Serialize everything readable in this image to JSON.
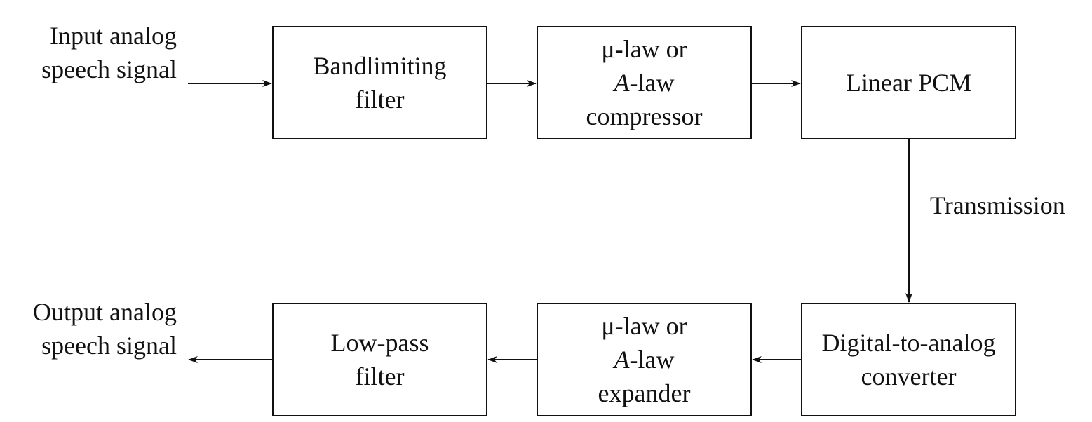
{
  "input_label": {
    "line1": "Input analog",
    "line2": "speech signal"
  },
  "output_label": {
    "line1": "Output analog",
    "line2": "speech signal"
  },
  "transmission_label": "Transmission",
  "blocks": {
    "bandlimiting": {
      "line1": "Bandlimiting",
      "line2": "filter"
    },
    "compressor": {
      "line1": "μ-law or",
      "line2_var": "A",
      "line2_rest": "-law",
      "line3": "compressor"
    },
    "linear_pcm": {
      "line1": "Linear PCM"
    },
    "dac": {
      "line1": "Digital-to-analog",
      "line2": "converter"
    },
    "expander": {
      "line1": "μ-law or",
      "line2_var": "A",
      "line2_rest": "-law",
      "line3": "expander"
    },
    "lowpass": {
      "line1": "Low-pass",
      "line2": "filter"
    }
  }
}
